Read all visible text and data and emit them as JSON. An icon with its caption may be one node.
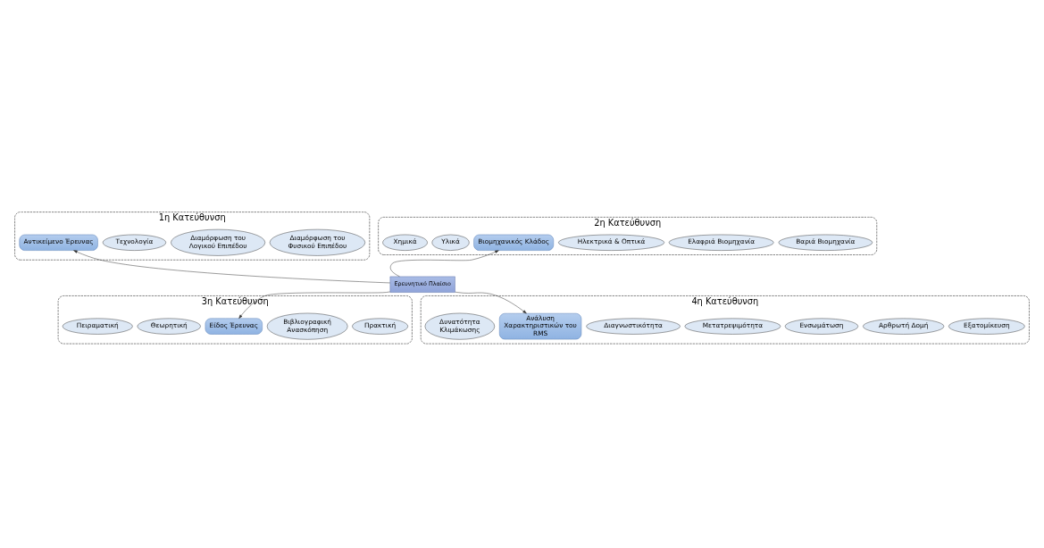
{
  "diagram": {
    "nodes": [
      {
        "text": [
          "1η Κατεύθυνση"
        ]
      },
      {
        "text": [
          "Διαμόρφωση του Φυσικού Επιπέδου"
        ],
        "in": 0
      },
      {
        "text": [
          "Διαμόρφωση του Λογικού Επιπέδου"
        ],
        "in": 0
      },
      {
        "text": [
          "Αντικείμενο Έρευνας"
        ],
        "in": 0
      },
      {
        "text": [
          "Τεχνολογία"
        ],
        "in": 0
      },
      {
        "text": [
          "2η Κατεύθυνση"
        ]
      },
      {
        "text": [
          "Βαριά Βιομηχανία"
        ],
        "in": 5
      },
      {
        "text": [
          "Ελαφριά Βιομηχανία"
        ],
        "in": 5
      },
      {
        "text": [
          "Ηλεκτρικά & Οπτικά"
        ],
        "in": 5
      },
      {
        "text": [
          "Βιομηχανικός Κλάδος"
        ],
        "in": 5
      },
      {
        "text": [
          "Υλικά"
        ],
        "in": 5
      },
      {
        "text": [
          "Χημικά"
        ],
        "in": 5
      },
      {
        "text": [
          "Ερευνητικό Πλαίσιο"
        ]
      },
      {
        "text": [
          "3η Κατεύθυνση"
        ]
      },
      {
        "text": [
          "Πειραματική"
        ],
        "in": 13
      },
      {
        "text": [
          "Θεωρητική"
        ],
        "in": 13
      },
      {
        "text": [
          "Είδος Έρευνας"
        ],
        "in": 13
      },
      {
        "text": [
          "Πρακτική"
        ],
        "in": 13
      },
      {
        "text": [
          "Βιβλιογραφική Ανασκόπηση"
        ],
        "in": 13
      },
      {
        "text": [
          "4η Κατεύθυνση"
        ]
      },
      {
        "text": [
          "Αρθρωτή Δομή"
        ],
        "in": 19
      },
      {
        "text": [
          "Εξατομίκευση"
        ],
        "in": 19
      },
      {
        "text": [
          "Ενσωμάτωση"
        ],
        "in": 19
      },
      {
        "text": [
          "Ανάλυση Χαρακτηριστικών του RMS"
        ],
        "in": 19
      },
      {
        "text": [
          "Δυνατότητα Κλιμάκωσης"
        ],
        "in": 19
      },
      {
        "text": [
          "Μετατρεψιμότητα"
        ],
        "in": 19
      },
      {
        "text": [
          "Διαγνωστικότητα"
        ],
        "in": 19
      }
    ],
    "edges": [
      {
        "from": 12,
        "to": 3,
        "arrow": "to"
      },
      {
        "from": 12,
        "to": 9,
        "arrow": "to"
      },
      {
        "from": 12,
        "to": 16,
        "arrow": "to"
      },
      {
        "from": 12,
        "to": 23,
        "arrow": "to"
      }
    ]
  }
}
